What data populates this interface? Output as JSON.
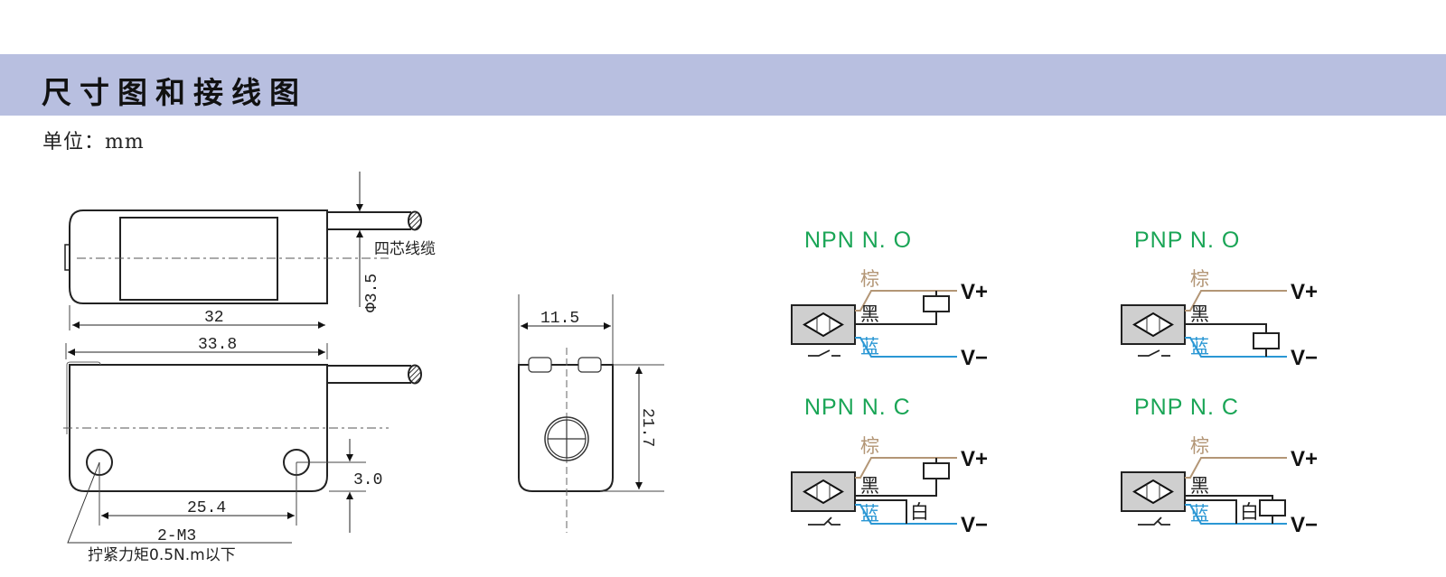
{
  "header": {
    "title": "尺寸图和接线图",
    "unit_label": "单位：mm"
  },
  "colors": {
    "band": "#b8bfe0",
    "title_green": "#1aa556",
    "brown_wire": "#b39676",
    "blue_wire": "#2a97d4",
    "black_wire": "#222222",
    "sensor_fill": "#cfcfcf"
  },
  "dimensions": {
    "top_view": {
      "cable_label": "四芯线缆",
      "cable_diameter": "Φ3.5",
      "body_length": "32"
    },
    "side_view": {
      "total_length": "33.8",
      "hole_spacing": "25.4",
      "hole_offset": "3.0",
      "hole_spec": "2-M3",
      "torque_note": "拧紧力矩0.5N.m以下"
    },
    "end_view": {
      "width": "11.5",
      "height": "21.7"
    }
  },
  "wiring": {
    "diagrams": [
      {
        "title": "NPN  N. O",
        "brown": "棕",
        "black": "黑",
        "blue": "蓝",
        "white": "",
        "vplus": "V+",
        "vminus": "V−"
      },
      {
        "title": "PNP  N. O",
        "brown": "棕",
        "black": "黑",
        "blue": "蓝",
        "white": "",
        "vplus": "V+",
        "vminus": "V−"
      },
      {
        "title": "NPN  N. C",
        "brown": "棕",
        "black": "黑",
        "blue": "蓝",
        "white": "白",
        "vplus": "V+",
        "vminus": "V−"
      },
      {
        "title": "PNP  N. C",
        "brown": "棕",
        "black": "黑",
        "blue": "蓝",
        "white": "白",
        "vplus": "V+",
        "vminus": "V−"
      }
    ]
  }
}
